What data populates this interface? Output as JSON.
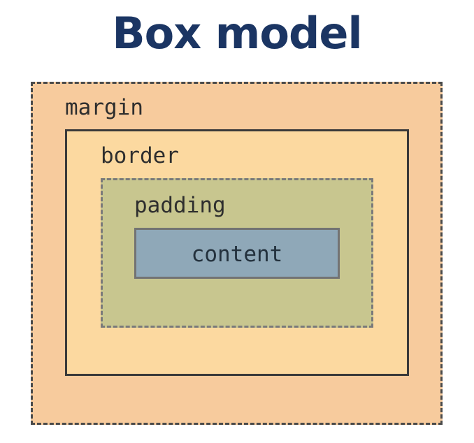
{
  "title": "Box model",
  "diagram": {
    "layers": {
      "margin": {
        "label": "margin",
        "fill": "#f7cb9d",
        "outline": "dashed"
      },
      "border": {
        "label": "border",
        "fill": "#fcd9a0",
        "outline": "solid"
      },
      "padding": {
        "label": "padding",
        "fill": "#c8c68f",
        "outline": "dashed"
      },
      "content": {
        "label": "content",
        "fill": "#8fa8b8",
        "outline": "solid"
      }
    },
    "title_color": "#1b3563"
  }
}
